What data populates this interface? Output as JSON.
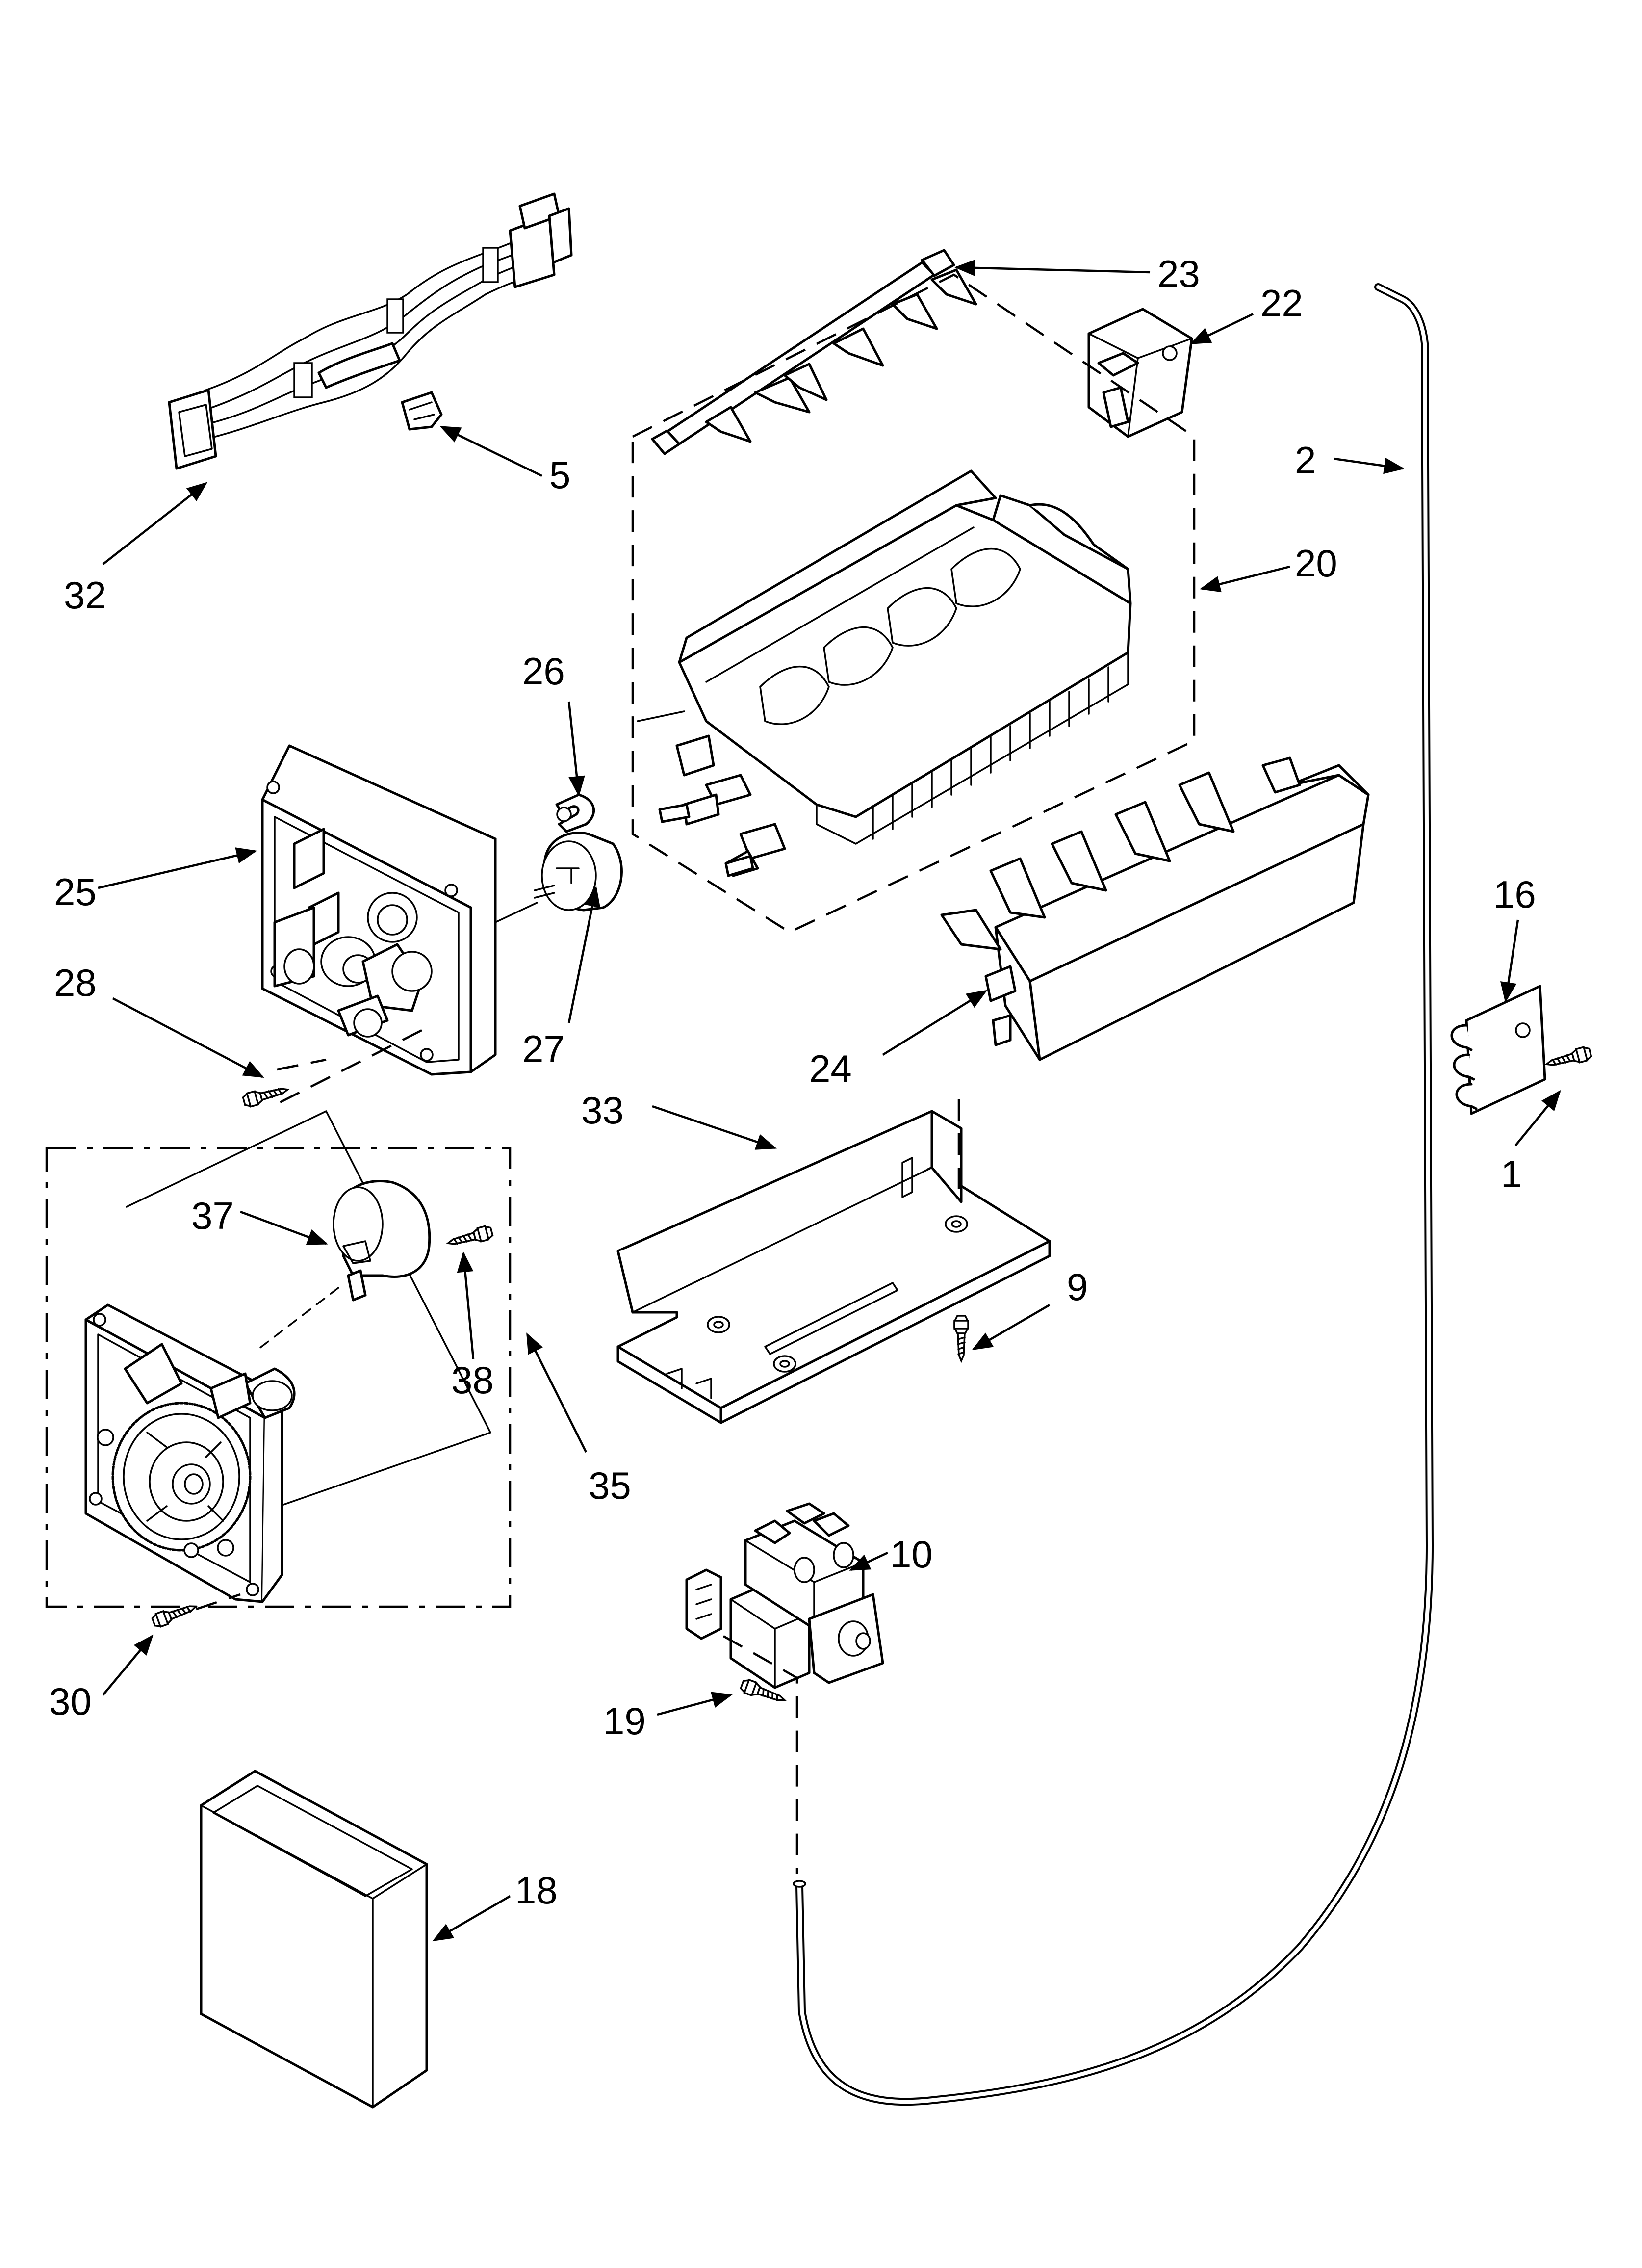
{
  "diagram": {
    "colors": {
      "line": "#000000",
      "background": "#ffffff"
    },
    "callouts": [
      {
        "id": "c1",
        "label": "1"
      },
      {
        "id": "c2",
        "label": "2"
      },
      {
        "id": "c5",
        "label": "5"
      },
      {
        "id": "c9",
        "label": "9"
      },
      {
        "id": "c10",
        "label": "10"
      },
      {
        "id": "c16",
        "label": "16"
      },
      {
        "id": "c18",
        "label": "18"
      },
      {
        "id": "c19",
        "label": "19"
      },
      {
        "id": "c20",
        "label": "20"
      },
      {
        "id": "c22",
        "label": "22"
      },
      {
        "id": "c23",
        "label": "23"
      },
      {
        "id": "c24",
        "label": "24"
      },
      {
        "id": "c25",
        "label": "25"
      },
      {
        "id": "c26",
        "label": "26"
      },
      {
        "id": "c27",
        "label": "27"
      },
      {
        "id": "c28",
        "label": "28"
      },
      {
        "id": "c30",
        "label": "30"
      },
      {
        "id": "c32",
        "label": "32"
      },
      {
        "id": "c33",
        "label": "33"
      },
      {
        "id": "c35",
        "label": "35"
      },
      {
        "id": "c37",
        "label": "37"
      },
      {
        "id": "c38",
        "label": "38"
      }
    ]
  }
}
